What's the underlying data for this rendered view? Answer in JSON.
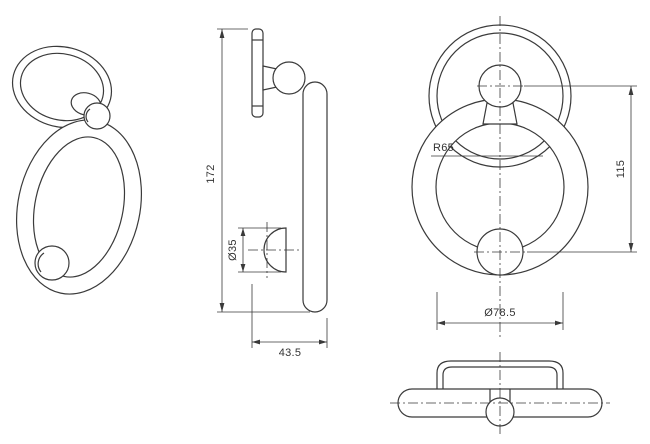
{
  "dimensions": {
    "overall_height": "172",
    "ball_diameter": "Ø35",
    "depth": "43.5",
    "ring_radius": "R65",
    "pivot_to_ball_height": "115",
    "plate_diameter": "Ø78.5"
  },
  "colors": {
    "line": "#3a3a3a",
    "dimension_text": "#333333",
    "background": "#ffffff"
  }
}
